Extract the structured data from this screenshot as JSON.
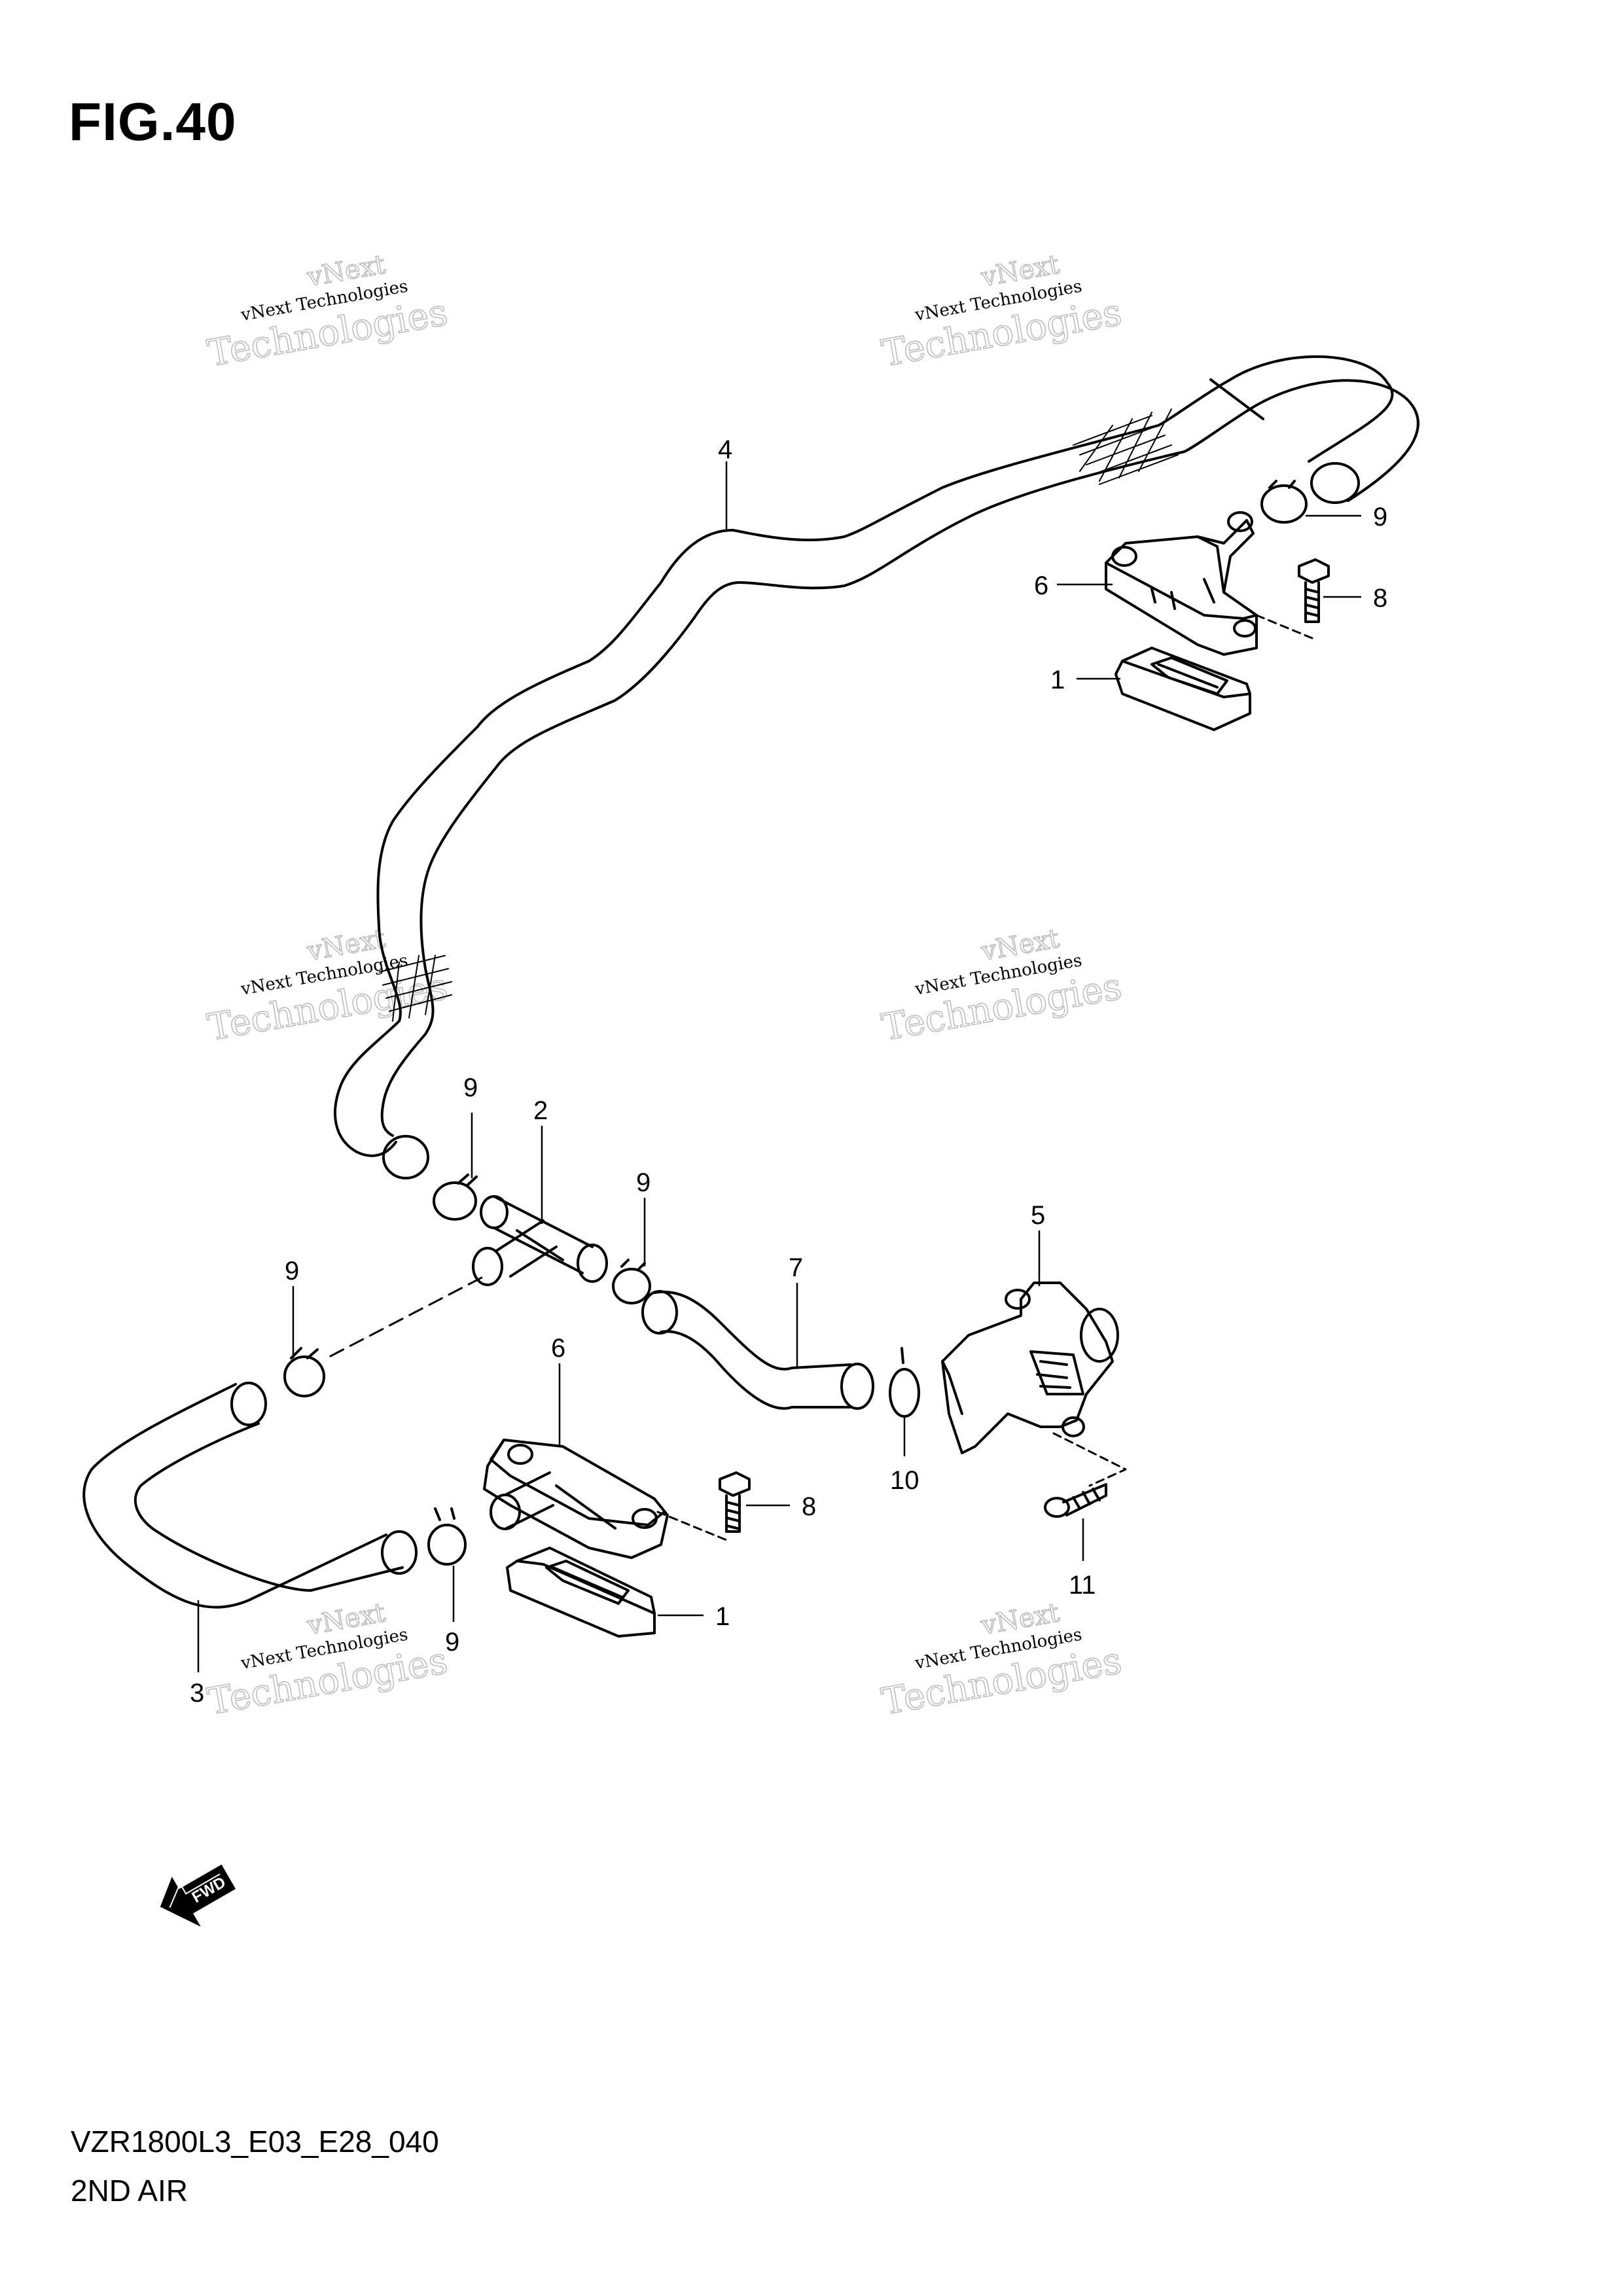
{
  "figure_title": "FIG.40",
  "footer": {
    "code": "VZR1800L3_E03_E28_040",
    "name": "2ND AIR"
  },
  "fwd_label": "FWD",
  "watermark": {
    "line1": "vNext Technologies",
    "line2": "vNext",
    "line3": "Technologies"
  },
  "callouts": [
    {
      "id": "c4",
      "label": "4"
    },
    {
      "id": "c9a",
      "label": "9"
    },
    {
      "id": "c6a",
      "label": "6"
    },
    {
      "id": "c8a",
      "label": "8"
    },
    {
      "id": "c1a",
      "label": "1"
    },
    {
      "id": "c9b",
      "label": "9"
    },
    {
      "id": "c2",
      "label": "2"
    },
    {
      "id": "c9c",
      "label": "9"
    },
    {
      "id": "c5",
      "label": "5"
    },
    {
      "id": "c9d",
      "label": "9"
    },
    {
      "id": "c7",
      "label": "7"
    },
    {
      "id": "c6b",
      "label": "6"
    },
    {
      "id": "c8b",
      "label": "8"
    },
    {
      "id": "c10",
      "label": "10"
    },
    {
      "id": "c11",
      "label": "11"
    },
    {
      "id": "c1b",
      "label": "1"
    },
    {
      "id": "c9e",
      "label": "9"
    },
    {
      "id": "c3",
      "label": "3"
    }
  ]
}
